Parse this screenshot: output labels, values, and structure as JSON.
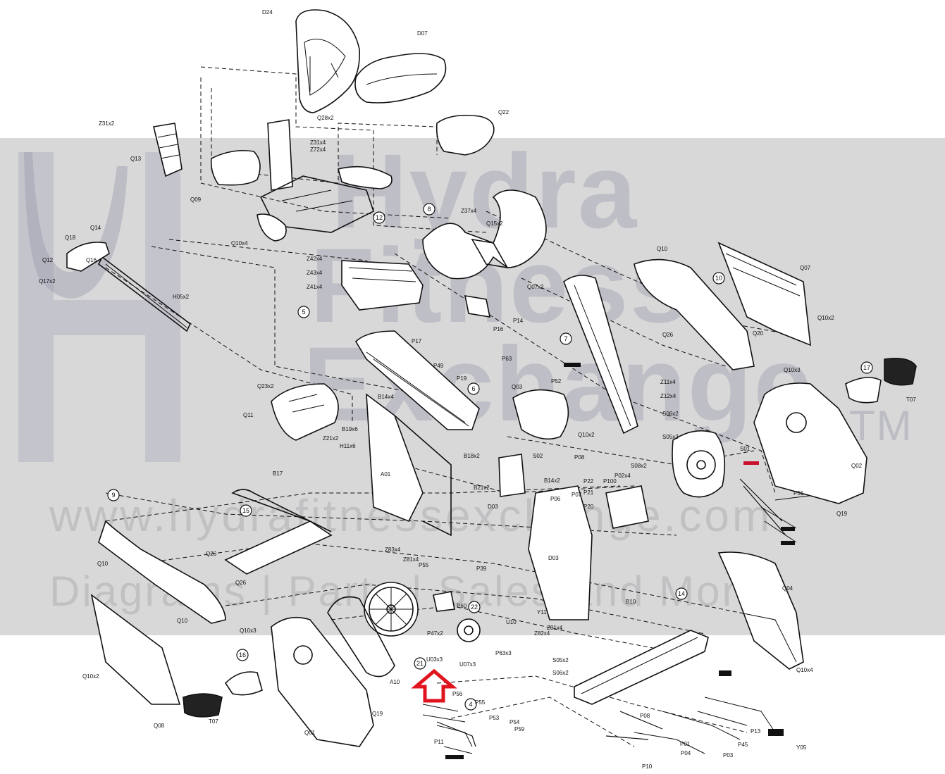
{
  "watermark": {
    "line1": "Hydra",
    "line2": "Fitness",
    "line3": "Exchange",
    "tm": "TM",
    "url": "www.hydrafitnessexchange.com",
    "tagline": "Diagrams | Parts | Sales and More",
    "band_color": "#d8d8d8",
    "text_color": "#aaaab8"
  },
  "callout": {
    "icon": "red-up-arrow",
    "color": "#e0141e",
    "points_to": "U03x3"
  },
  "part_labels": [
    "D24",
    "D07",
    "Q22",
    "Z31x2",
    "Q13",
    "Q09",
    "Q28x2",
    "Z31x4",
    "Z72x4",
    "Q10x4",
    "Q18",
    "Q14",
    "Q12",
    "Q16",
    "Q17x2",
    "H05x2",
    "Z42x4",
    "Z43x4",
    "Z41x4",
    "Z37x4",
    "Q15x2",
    "Q07x2",
    "Q10",
    "Q07",
    "Q20",
    "Q10x2",
    "Q26",
    "P14",
    "P16",
    "P63",
    "P17",
    "P49",
    "P19",
    "P52",
    "Z11x4",
    "Z12x4",
    "Q10x3",
    "T07",
    "Q23x2",
    "Q11",
    "B14x4",
    "B19x6",
    "Z21x2",
    "H11x6",
    "Q03",
    "Q10x2",
    "S06x2",
    "S05x2",
    "S01",
    "S02",
    "Q02",
    "B17",
    "A01",
    "B18x2",
    "B21x2",
    "P06",
    "P02x4",
    "P22",
    "P100",
    "S08x2",
    "B14x2",
    "P08",
    "P07",
    "P21",
    "P20",
    "D03",
    "P51",
    "Q19",
    "Q10",
    "Q26",
    "Q26",
    "Q10",
    "Z83x4",
    "Z81x4",
    "P55",
    "P39",
    "D03",
    "Q10x3",
    "P60",
    "P47x2",
    "U03x3",
    "U07x3",
    "P63x3",
    "A10",
    "U10",
    "Y11",
    "Z81x4",
    "Z82x4",
    "B10",
    "S05x2",
    "S06x2",
    "Q04",
    "Q10x4",
    "Q10x2",
    "Q08",
    "T07",
    "Q01",
    "Q19",
    "P56",
    "P55",
    "P53",
    "P54",
    "P59",
    "P11",
    "P08",
    "P01",
    "P04",
    "P03",
    "P45",
    "P13",
    "Y05",
    "P10"
  ],
  "callout_numbers": [
    "16",
    "17",
    "5",
    "6",
    "7",
    "8",
    "9",
    "10",
    "12",
    "15",
    "14",
    "21",
    "22",
    "4"
  ]
}
